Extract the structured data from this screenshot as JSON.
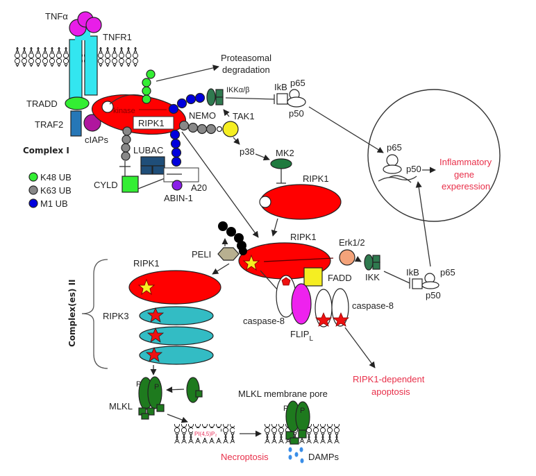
{
  "title": "TNF-induced RIPK1 signaling: Complex I and Complex(es) II",
  "colors": {
    "ripk1": "#ff0000",
    "ripk3": "#33bcc4",
    "receptor": "#33e6f0",
    "tnf": "#e81ee8",
    "k48": "#33ee33",
    "k63": "#888888",
    "m1": "#0000dd",
    "ikk": "#2f7a4f",
    "mlkl": "#1e7a1e",
    "lubac": "#1f4e79",
    "traf2": "#2677b7",
    "ciaps": "#b0169e",
    "cyld": "#33ee33",
    "abin1": "#8a1ee8",
    "tak1": "#f5ee22",
    "fadd": "#f5ee22",
    "flip": "#ee22ee",
    "erk": "#f4a37a",
    "peli": "#b8b090",
    "outcome_text": "#e8304a",
    "damps": "#3a8ee8"
  },
  "complex1": {
    "ligand": "TNFα",
    "receptor": "TNFR1",
    "tradd": "TRADD",
    "traf2": "TRAF2",
    "ciaps": "cIAPs",
    "ripk1": "RIPK1",
    "kinase": "kinase",
    "nemo": "NEMO",
    "ikk": "IKKα/β",
    "tak1": "TAK1",
    "p38": "p38",
    "mk2": "MK2",
    "lubac": "LUBAC",
    "cyld": "CYLD",
    "a20": "A20",
    "abin1": "ABIN-1",
    "proteasomal": [
      "Proteasomal",
      "degradation"
    ],
    "label": "Complex I"
  },
  "legend": [
    {
      "label": "K48 UB",
      "color": "#33ee33"
    },
    {
      "label": "K63 UB",
      "color": "#888888"
    },
    {
      "label": "M1 UB",
      "color": "#0000dd"
    }
  ],
  "nfkb_top": {
    "ikb": "IkB",
    "p65": "p65",
    "p50": "p50"
  },
  "nucleus": {
    "p65": "p65",
    "p50": "p50",
    "output": [
      "Inflammatory",
      "gene",
      "experession"
    ]
  },
  "ripk1_free": "RIPK1",
  "ripk1_active": "RIPK1",
  "peli": "PELI",
  "erk": "Erk1/2",
  "ikk2": "IKK",
  "fadd": "FADD",
  "caspase8_left": "caspase-8",
  "caspase8_right": "caspase-8",
  "flip": {
    "base": "FLIP",
    "sub": "L"
  },
  "nfkb_bottom": {
    "ikb": "IkB",
    "p65": "p65",
    "p50": "p50"
  },
  "apoptosis": [
    "RIPK1-dependent",
    "apoptosis"
  ],
  "complex2": {
    "label": "Complex(es) II",
    "ripk1": "RIPK1",
    "ripk3": "RIPK3"
  },
  "mlkl": {
    "label": "MLKL",
    "p": "P",
    "pore_label": "MLKL membrane pore",
    "pip": "PI(4,5)P₂"
  },
  "necroptosis": "Necroptosis",
  "damps": "DAMPs"
}
